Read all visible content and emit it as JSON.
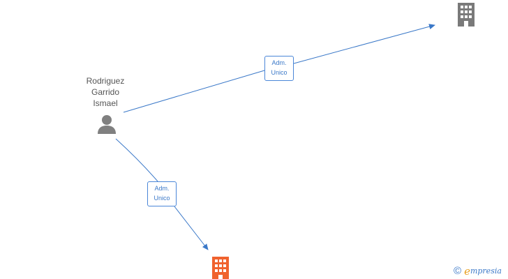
{
  "nodes": {
    "person": {
      "name_lines": [
        "Rodriguez",
        "Garrido",
        "Ismael"
      ],
      "icon": "person-icon",
      "color": "#808080"
    },
    "company_top": {
      "icon": "building-icon",
      "color": "#7a7a7a"
    },
    "company_bottom": {
      "icon": "building-icon",
      "color": "#f0622e"
    }
  },
  "edges": [
    {
      "from": "person",
      "to": "company_top",
      "label_lines": [
        "Adm.",
        "Unico"
      ]
    },
    {
      "from": "person",
      "to": "company_bottom",
      "label_lines": [
        "Adm.",
        "Unico"
      ]
    }
  ],
  "colors": {
    "edge": "#3a78c8",
    "label_border": "#4a86d8"
  },
  "brand": {
    "copyright": "©",
    "logo_e": "e",
    "logo_rest": "mpresia"
  }
}
